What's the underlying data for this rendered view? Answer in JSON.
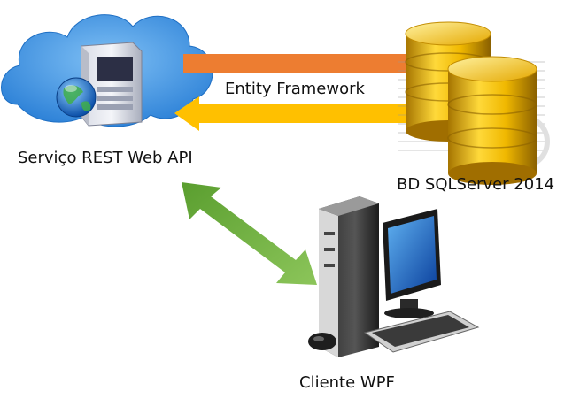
{
  "nodes": {
    "server": {
      "label": "Serviço REST Web API"
    },
    "database": {
      "label": "BD SQLServer 2014"
    },
    "client": {
      "label": "Cliente WPF"
    }
  },
  "connections": {
    "orm_label": "Entity Framework"
  },
  "colors": {
    "cloud": "#3b8fde",
    "arrow_to_db": "#ed7d31",
    "arrow_from_db": "#ffc000",
    "arrow_client": "#70ad47",
    "db_gold": "#e0a800"
  }
}
